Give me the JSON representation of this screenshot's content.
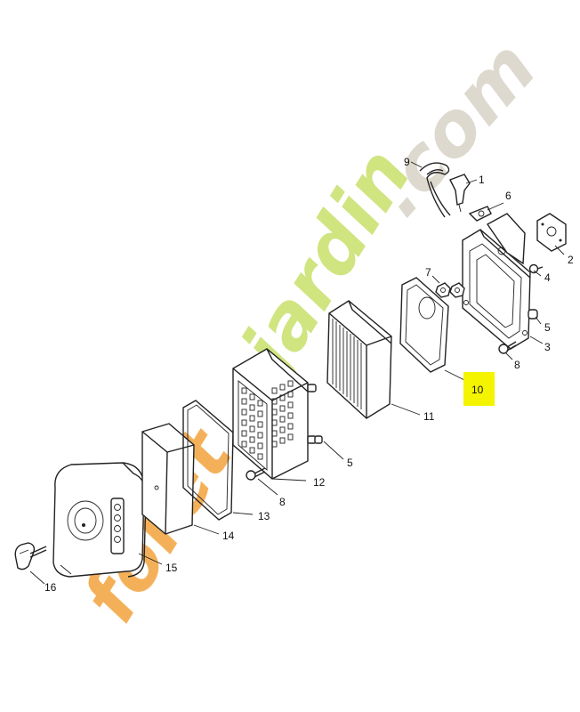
{
  "diagram": {
    "highlight_color": "#f4f400",
    "watermark": {
      "orange_part": "foret",
      "green_part": "jardin",
      "grey_part": ".com",
      "orange_color": "#f2a23c",
      "green_color": "#c8e06a",
      "grey_color": "#d8d2c6"
    },
    "part_labels": {
      "p1": "1",
      "p2": "2",
      "p3": "3",
      "p4": "4",
      "p5a": "5",
      "p5b": "5",
      "p6": "6",
      "p7": "7",
      "p8a": "8",
      "p8b": "8",
      "p9": "9",
      "p10": "10",
      "p11": "11",
      "p12": "12",
      "p13": "13",
      "p14": "14",
      "p15": "15",
      "p16": "16"
    }
  }
}
